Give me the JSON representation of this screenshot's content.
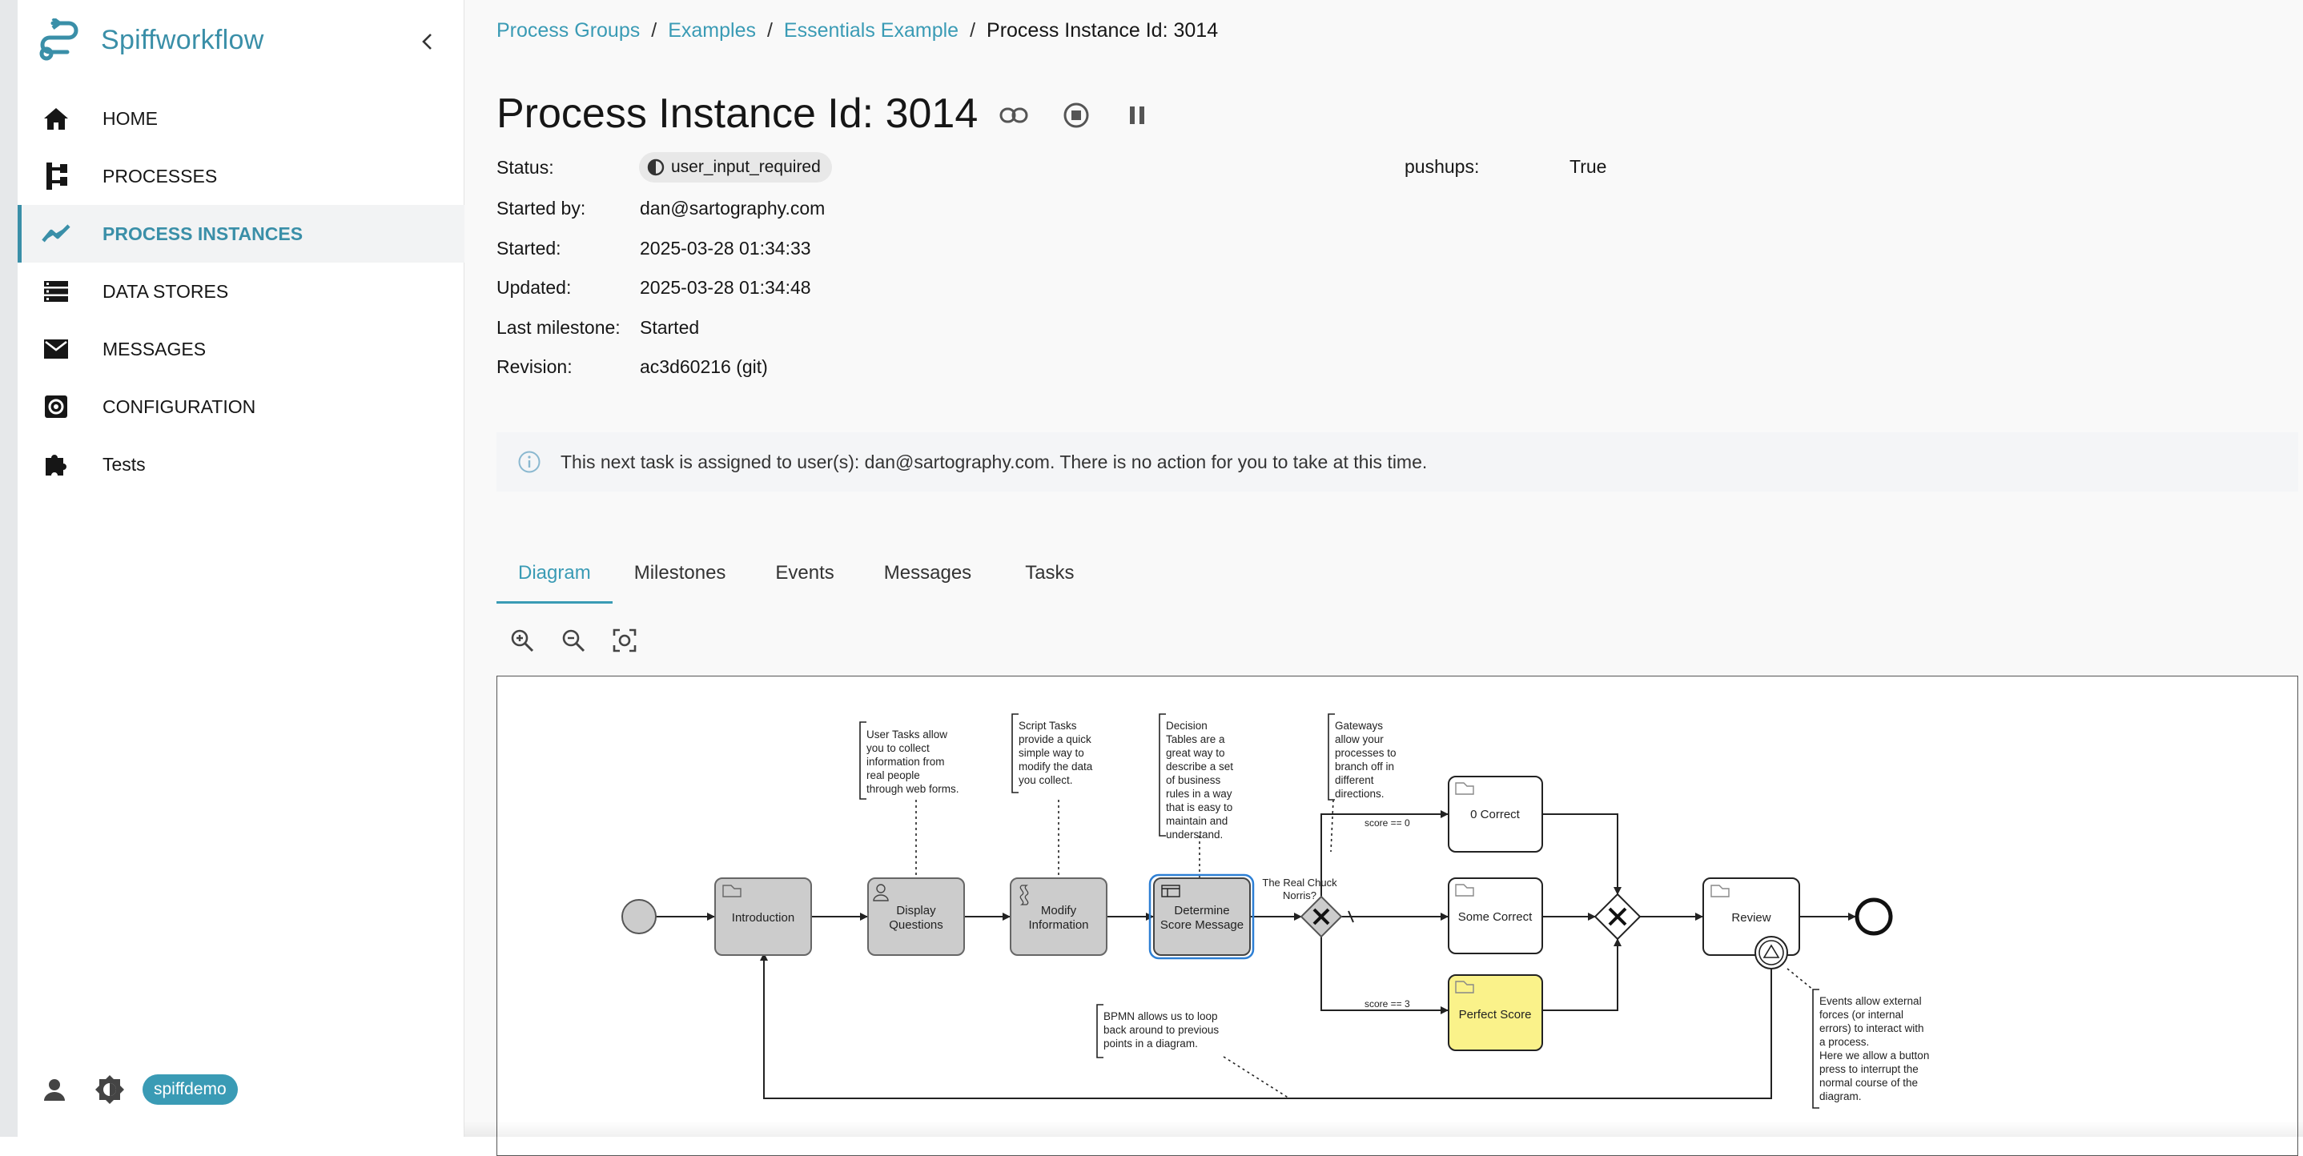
{
  "app": {
    "name": "Spiffworkflow"
  },
  "sidebar": {
    "items": [
      {
        "label": "HOME",
        "icon": "home-icon"
      },
      {
        "label": "PROCESSES",
        "icon": "process-tree-icon"
      },
      {
        "label": "PROCESS INSTANCES",
        "icon": "chart-line-icon",
        "active": true
      },
      {
        "label": "DATA STORES",
        "icon": "data-store-icon"
      },
      {
        "label": "MESSAGES",
        "icon": "envelope-icon"
      },
      {
        "label": "CONFIGURATION",
        "icon": "settings-icon"
      },
      {
        "label": "Tests",
        "icon": "puzzle-icon"
      }
    ],
    "user_badge": "spiffdemo"
  },
  "breadcrumb": [
    "Process Groups",
    "Examples",
    "Essentials Example",
    "Process Instance Id: 3014"
  ],
  "instance": {
    "title": "Process Instance Id: 3014",
    "status_label": "Status:",
    "status": "user_input_required",
    "started_by_label": "Started by:",
    "started_by": "dan@sartography.com",
    "started_label": "Started:",
    "started": "2025-03-28 01:34:33",
    "updated_label": "Updated:",
    "updated": "2025-03-28 01:34:48",
    "milestone_label": "Last milestone:",
    "milestone": "Started",
    "revision_label": "Revision:",
    "revision": "ac3d60216 (git)",
    "pushups_label": "pushups:",
    "pushups": "True"
  },
  "notice": "This next task is assigned to user(s): dan@sartography.com. There is no action for you to take at this time.",
  "tabs": [
    "Diagram",
    "Milestones",
    "Events",
    "Messages",
    "Tasks"
  ],
  "diagram": {
    "tasks": {
      "introduction": "Introduction",
      "display1": "Display",
      "display2": "Questions",
      "modify1": "Modify",
      "modify2": "Information",
      "determine1": "Determine",
      "determine2": "Score Message",
      "zero": "0 Correct",
      "some": "Some Correct",
      "perfect": "Perfect Score",
      "review": "Review"
    },
    "gateway_label1": "The Real Chuck",
    "gateway_label2": "Norris?",
    "flow_zero": "score == 0",
    "flow_three": "score == 3",
    "annotations": {
      "user_tasks": [
        "User Tasks allow",
        "you to collect",
        "information from",
        "real people",
        "through web forms."
      ],
      "script_tasks": [
        "Script Tasks",
        "provide a quick",
        "simple way to",
        "modify the data",
        "you collect."
      ],
      "decision_tables": [
        "Decision",
        "Tables are a",
        "great way to",
        "describe a set",
        "of business",
        "rules in a way",
        "that is easy to",
        "maintain and",
        "understand."
      ],
      "gateways": [
        "Gateways",
        "allow your",
        "processes to",
        "branch off in",
        "different",
        "directions."
      ],
      "loop": [
        "BPMN allows us to loop",
        "back around to previous",
        "points in a diagram."
      ],
      "events": [
        "Events allow external",
        "forces (or internal",
        "errors) to interact with",
        "a process.",
        "Here we allow a button",
        "press to interrupt the",
        "normal course of the",
        "diagram."
      ]
    }
  },
  "colors": {
    "accent": "#3a9bb5",
    "task_fill": "#cccccc",
    "highlight": "#faf28a",
    "selected_border": "#2d7fd4"
  }
}
